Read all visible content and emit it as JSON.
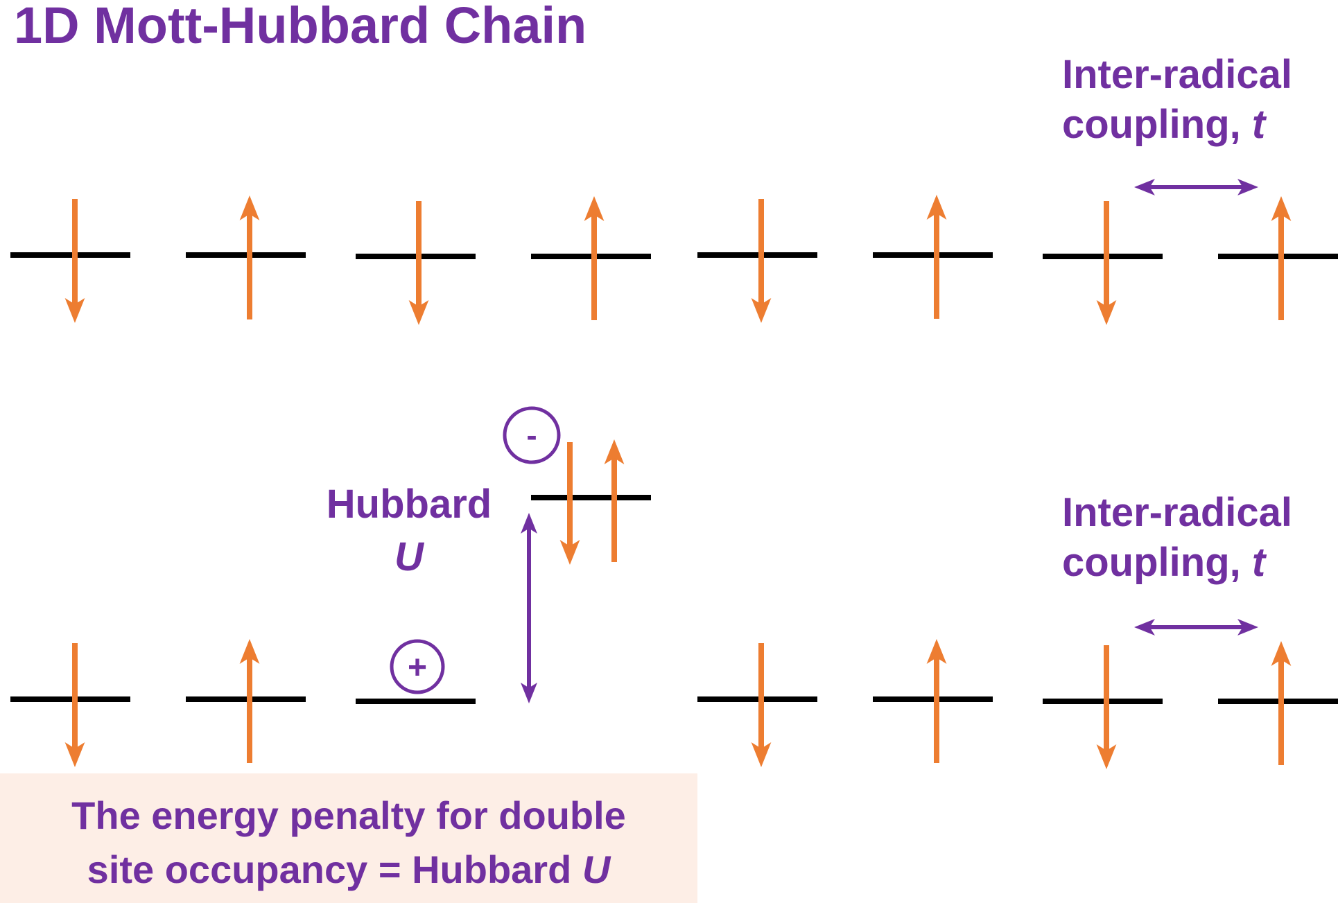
{
  "title": "1D Mott-Hubbard Chain",
  "coupling_label_top": {
    "line1": "Inter-radical",
    "line2_text": "coupling, ",
    "line2_symbol": "t"
  },
  "coupling_label_bottom": {
    "line1": "Inter-radical",
    "line2_text": "coupling, ",
    "line2_symbol": "t"
  },
  "hubbard_label": {
    "line1": "Hubbard",
    "symbol": "U"
  },
  "charges": {
    "negative": "-",
    "positive": "+"
  },
  "note": {
    "line1": "The energy penalty for double",
    "line2_text": "site occupancy = Hubbard ",
    "line2_symbol": "U"
  },
  "chains": {
    "top": [
      "down",
      "up",
      "down",
      "up",
      "down",
      "up",
      "down",
      "up"
    ],
    "bottom": [
      "down",
      "up",
      "empty",
      "double",
      "down",
      "up",
      "down",
      "up"
    ]
  },
  "colors": {
    "purple": "#7030a0",
    "orange": "#ed7d31",
    "level": "#000000",
    "note_bg": "#fdeee6"
  }
}
